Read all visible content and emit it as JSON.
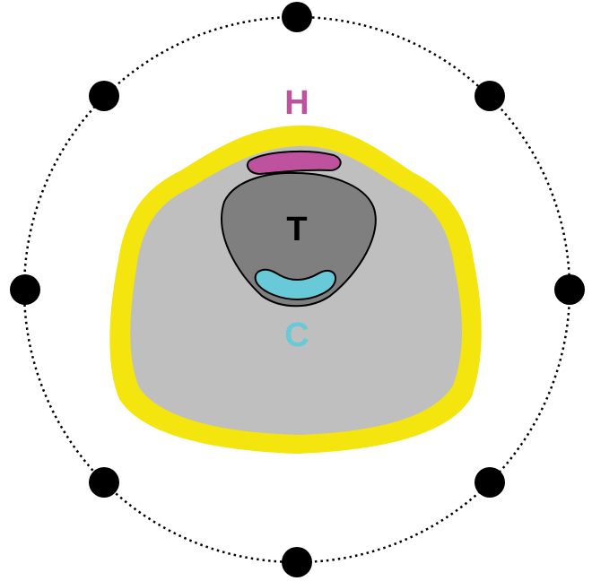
{
  "labels": {
    "top": "H",
    "center": "T",
    "bottom": "C"
  },
  "colors": {
    "background": "#ffffff",
    "outer_ring": "#f4e50f",
    "body_fill": "#bfbfbf",
    "inner_shape": "#7f7f7f",
    "top_band": "#be529f",
    "bottom_band": "#68c9d8",
    "dots": "#000000",
    "circle_outline": "#000000",
    "label_top": "#be529f",
    "label_center": "#000000",
    "label_bottom": "#68c9d8"
  },
  "orbit_dots_count": 8
}
